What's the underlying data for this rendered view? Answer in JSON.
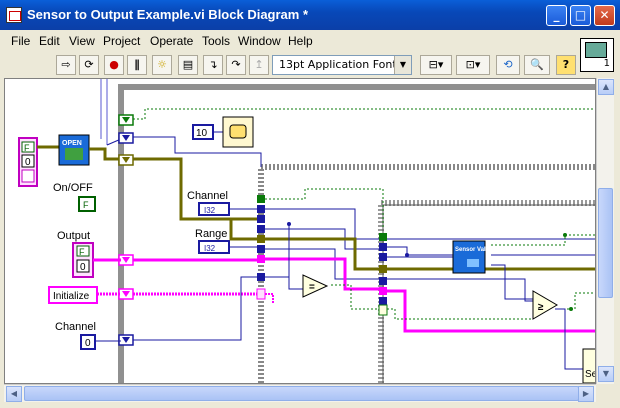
{
  "window": {
    "title": "Sensor to Output Example.vi Block Diagram *"
  },
  "title_buttons": {
    "minimize": "_",
    "maximize": "□",
    "close": "✕"
  },
  "menu": {
    "items": [
      {
        "label": "File"
      },
      {
        "label": "Edit"
      },
      {
        "label": "View"
      },
      {
        "label": "Project"
      },
      {
        "label": "Operate"
      },
      {
        "label": "Tools"
      },
      {
        "label": "Window"
      },
      {
        "label": "Help"
      }
    ]
  },
  "toolbar": {
    "font": "13pt Application Font",
    "icons": [
      "run-arrow-icon",
      "run-continuous-icon",
      "abort-icon",
      "pause-icon",
      "highlight-execution-icon",
      "retain-wire-values-icon",
      "step-into-icon",
      "step-over-icon",
      "step-out-icon",
      "text-settings",
      "align-objects-icon",
      "distribute-objects-icon",
      "reorder-icon",
      "search-icon",
      "help-icon"
    ]
  },
  "context_help": {
    "count": "1"
  },
  "diagram": {
    "labels": {
      "on_off": "On/OFF",
      "output": "Output",
      "initialize": "Initialize",
      "channel_left": "Channel",
      "channel_top": "Channel",
      "range": "Range",
      "wait_ms": "10",
      "open_node": "OPEN",
      "sensor_value": "Sensor Value",
      "bool_f1": "F",
      "bool_f2": "F",
      "bool_f3": "F",
      "num_zero1": "0",
      "num_zero2": "0",
      "num_zero3": "0",
      "i32_a": "I32",
      "i32_b": "I32",
      "sel_partial": "Se"
    }
  },
  "colors": {
    "wire_blue": "#1a1aa0",
    "wire_pink": "#ff00ff",
    "wire_green": "#0a7a0a",
    "wire_cluster": "#6e6a00",
    "structure_gray": "#808080",
    "title_blue": "#0848b8"
  }
}
